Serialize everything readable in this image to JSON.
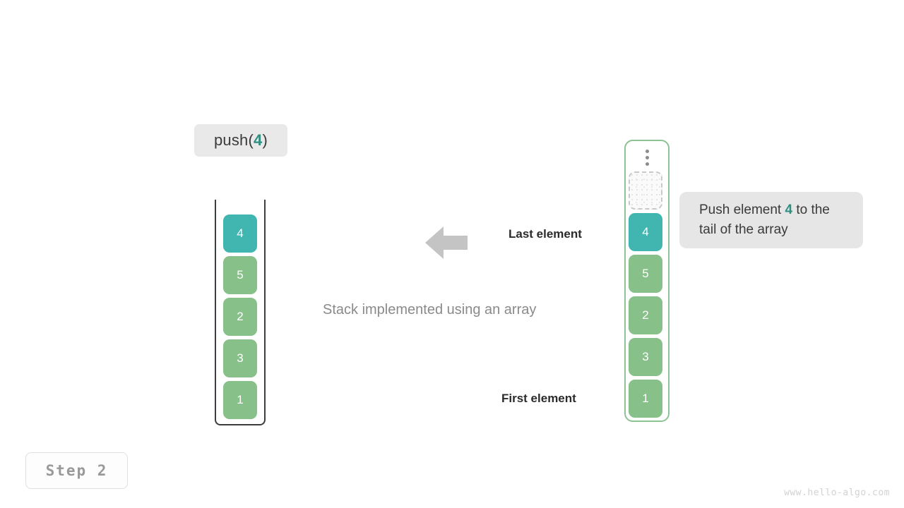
{
  "operation": {
    "prefix": "push(",
    "argument": "4",
    "suffix": ")"
  },
  "stack": {
    "title": "Stack implemented using an array",
    "cells": [
      {
        "value": "4",
        "kind": "teal"
      },
      {
        "value": "5",
        "kind": "green"
      },
      {
        "value": "2",
        "kind": "green"
      },
      {
        "value": "3",
        "kind": "green"
      },
      {
        "value": "1",
        "kind": "green"
      }
    ]
  },
  "array": {
    "ellipsis_icon": "vertical-ellipsis-icon",
    "cells": [
      {
        "value": "",
        "kind": "empty"
      },
      {
        "value": "4",
        "kind": "teal"
      },
      {
        "value": "5",
        "kind": "green"
      },
      {
        "value": "2",
        "kind": "green"
      },
      {
        "value": "3",
        "kind": "green"
      },
      {
        "value": "1",
        "kind": "green"
      }
    ]
  },
  "annotations": {
    "last_element": "Last element",
    "first_element": "First element",
    "arrow_icon": "arrow-left-icon",
    "tooltip": {
      "lead": "Push element ",
      "accent": "4",
      "tail": " to the tail of the array"
    }
  },
  "footer": {
    "step_label": "Step 2",
    "watermark": "www.hello-algo.com"
  },
  "colors": {
    "teal": "#41b6b0",
    "green": "#88c08a",
    "accent_text": "#2e8e80",
    "array_border": "#8dc295",
    "stack_wall": "#3d3d3d",
    "arrow": "#c4c4c4",
    "label_bg": "#e9e9e9",
    "tooltip_bg": "#e6e6e6"
  }
}
